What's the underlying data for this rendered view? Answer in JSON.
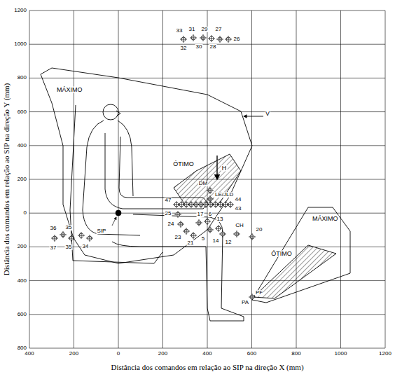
{
  "diagram": {
    "labels": [
      "Distância dos comandos em relação ao SIP na direção Y (mm)",
      "Distância dos comandos em relação ao SIP na direção X (mm)",
      "1200",
      "1000",
      "800",
      "600",
      "400",
      "200",
      "0",
      "200",
      "400",
      "600",
      "800",
      "400",
      "200",
      "0",
      "200",
      "400",
      "600",
      "800",
      "1000",
      "1200",
      "MÁXIMO",
      "ÓTIMO",
      "MÁXIMO",
      "ÓTIMO",
      "V",
      "H",
      "SIP",
      "DM",
      "LE/JLD",
      "CH",
      "PA",
      "PF",
      "33",
      "31",
      "29",
      "27",
      "26",
      "30",
      "28",
      "32",
      "36",
      "35",
      "37",
      "35",
      "34",
      "47",
      "44",
      "43",
      "25",
      "24",
      "23",
      "21",
      "17",
      "6",
      "5",
      "14",
      "13",
      "12",
      "20"
    ]
  }
}
